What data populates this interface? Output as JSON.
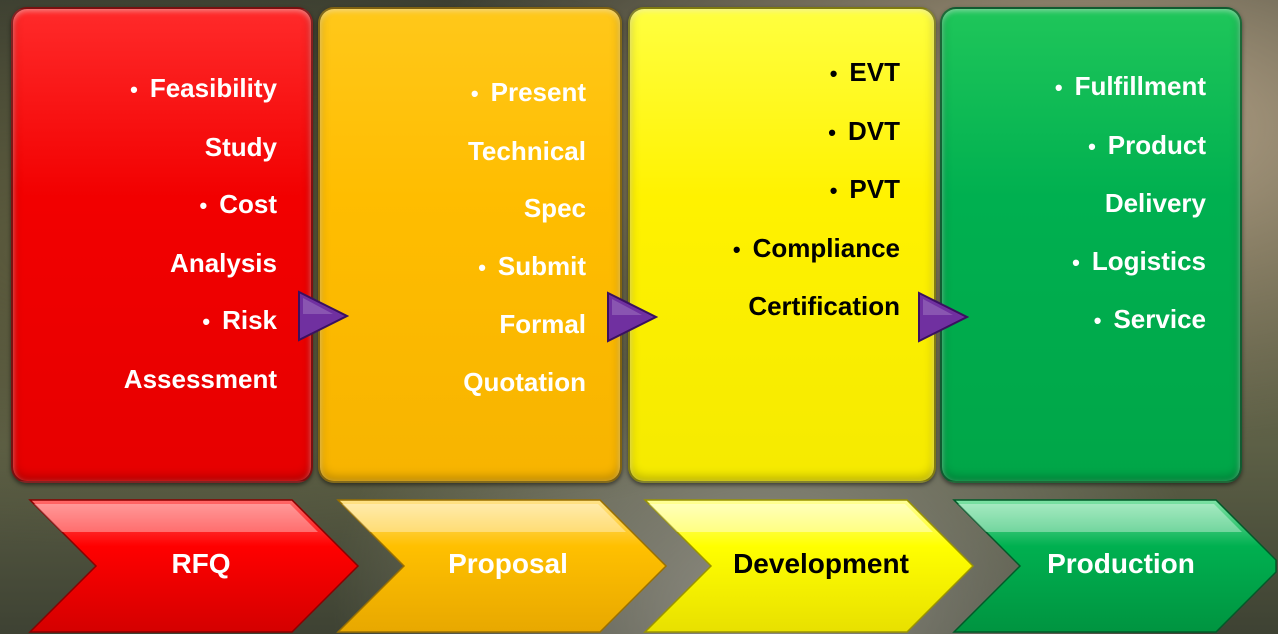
{
  "stages": [
    {
      "label": "RFQ",
      "color": "#ff0000",
      "items": [
        {
          "text": "Feasibility",
          "bullet": true
        },
        {
          "text": "Study",
          "bullet": false
        },
        {
          "text": "Cost",
          "bullet": true
        },
        {
          "text": "Analysis",
          "bullet": false
        },
        {
          "text": "Risk",
          "bullet": true
        },
        {
          "text": "Assessment",
          "bullet": false
        }
      ]
    },
    {
      "label": "Proposal",
      "color": "#ffc000",
      "items": [
        {
          "text": "Present",
          "bullet": true
        },
        {
          "text": "Technical",
          "bullet": false
        },
        {
          "text": "Spec",
          "bullet": false
        },
        {
          "text": "Submit",
          "bullet": true
        },
        {
          "text": "Formal",
          "bullet": false
        },
        {
          "text": "Quotation",
          "bullet": false
        }
      ]
    },
    {
      "label": "Development",
      "color": "#ffff00",
      "items": [
        {
          "text": "EVT",
          "bullet": true
        },
        {
          "text": "DVT",
          "bullet": true
        },
        {
          "text": "PVT",
          "bullet": true
        },
        {
          "text": "Compliance",
          "bullet": true
        },
        {
          "text": "Certification",
          "bullet": false
        }
      ]
    },
    {
      "label": "Production",
      "color": "#00b050",
      "items": [
        {
          "text": "Fulfillment",
          "bullet": true
        },
        {
          "text": "Product",
          "bullet": true
        },
        {
          "text": "Delivery",
          "bullet": false
        },
        {
          "text": "Logistics",
          "bullet": true
        },
        {
          "text": "Service",
          "bullet": true
        }
      ]
    }
  ],
  "bullet_char": "•",
  "connector_color": "#7030a0"
}
